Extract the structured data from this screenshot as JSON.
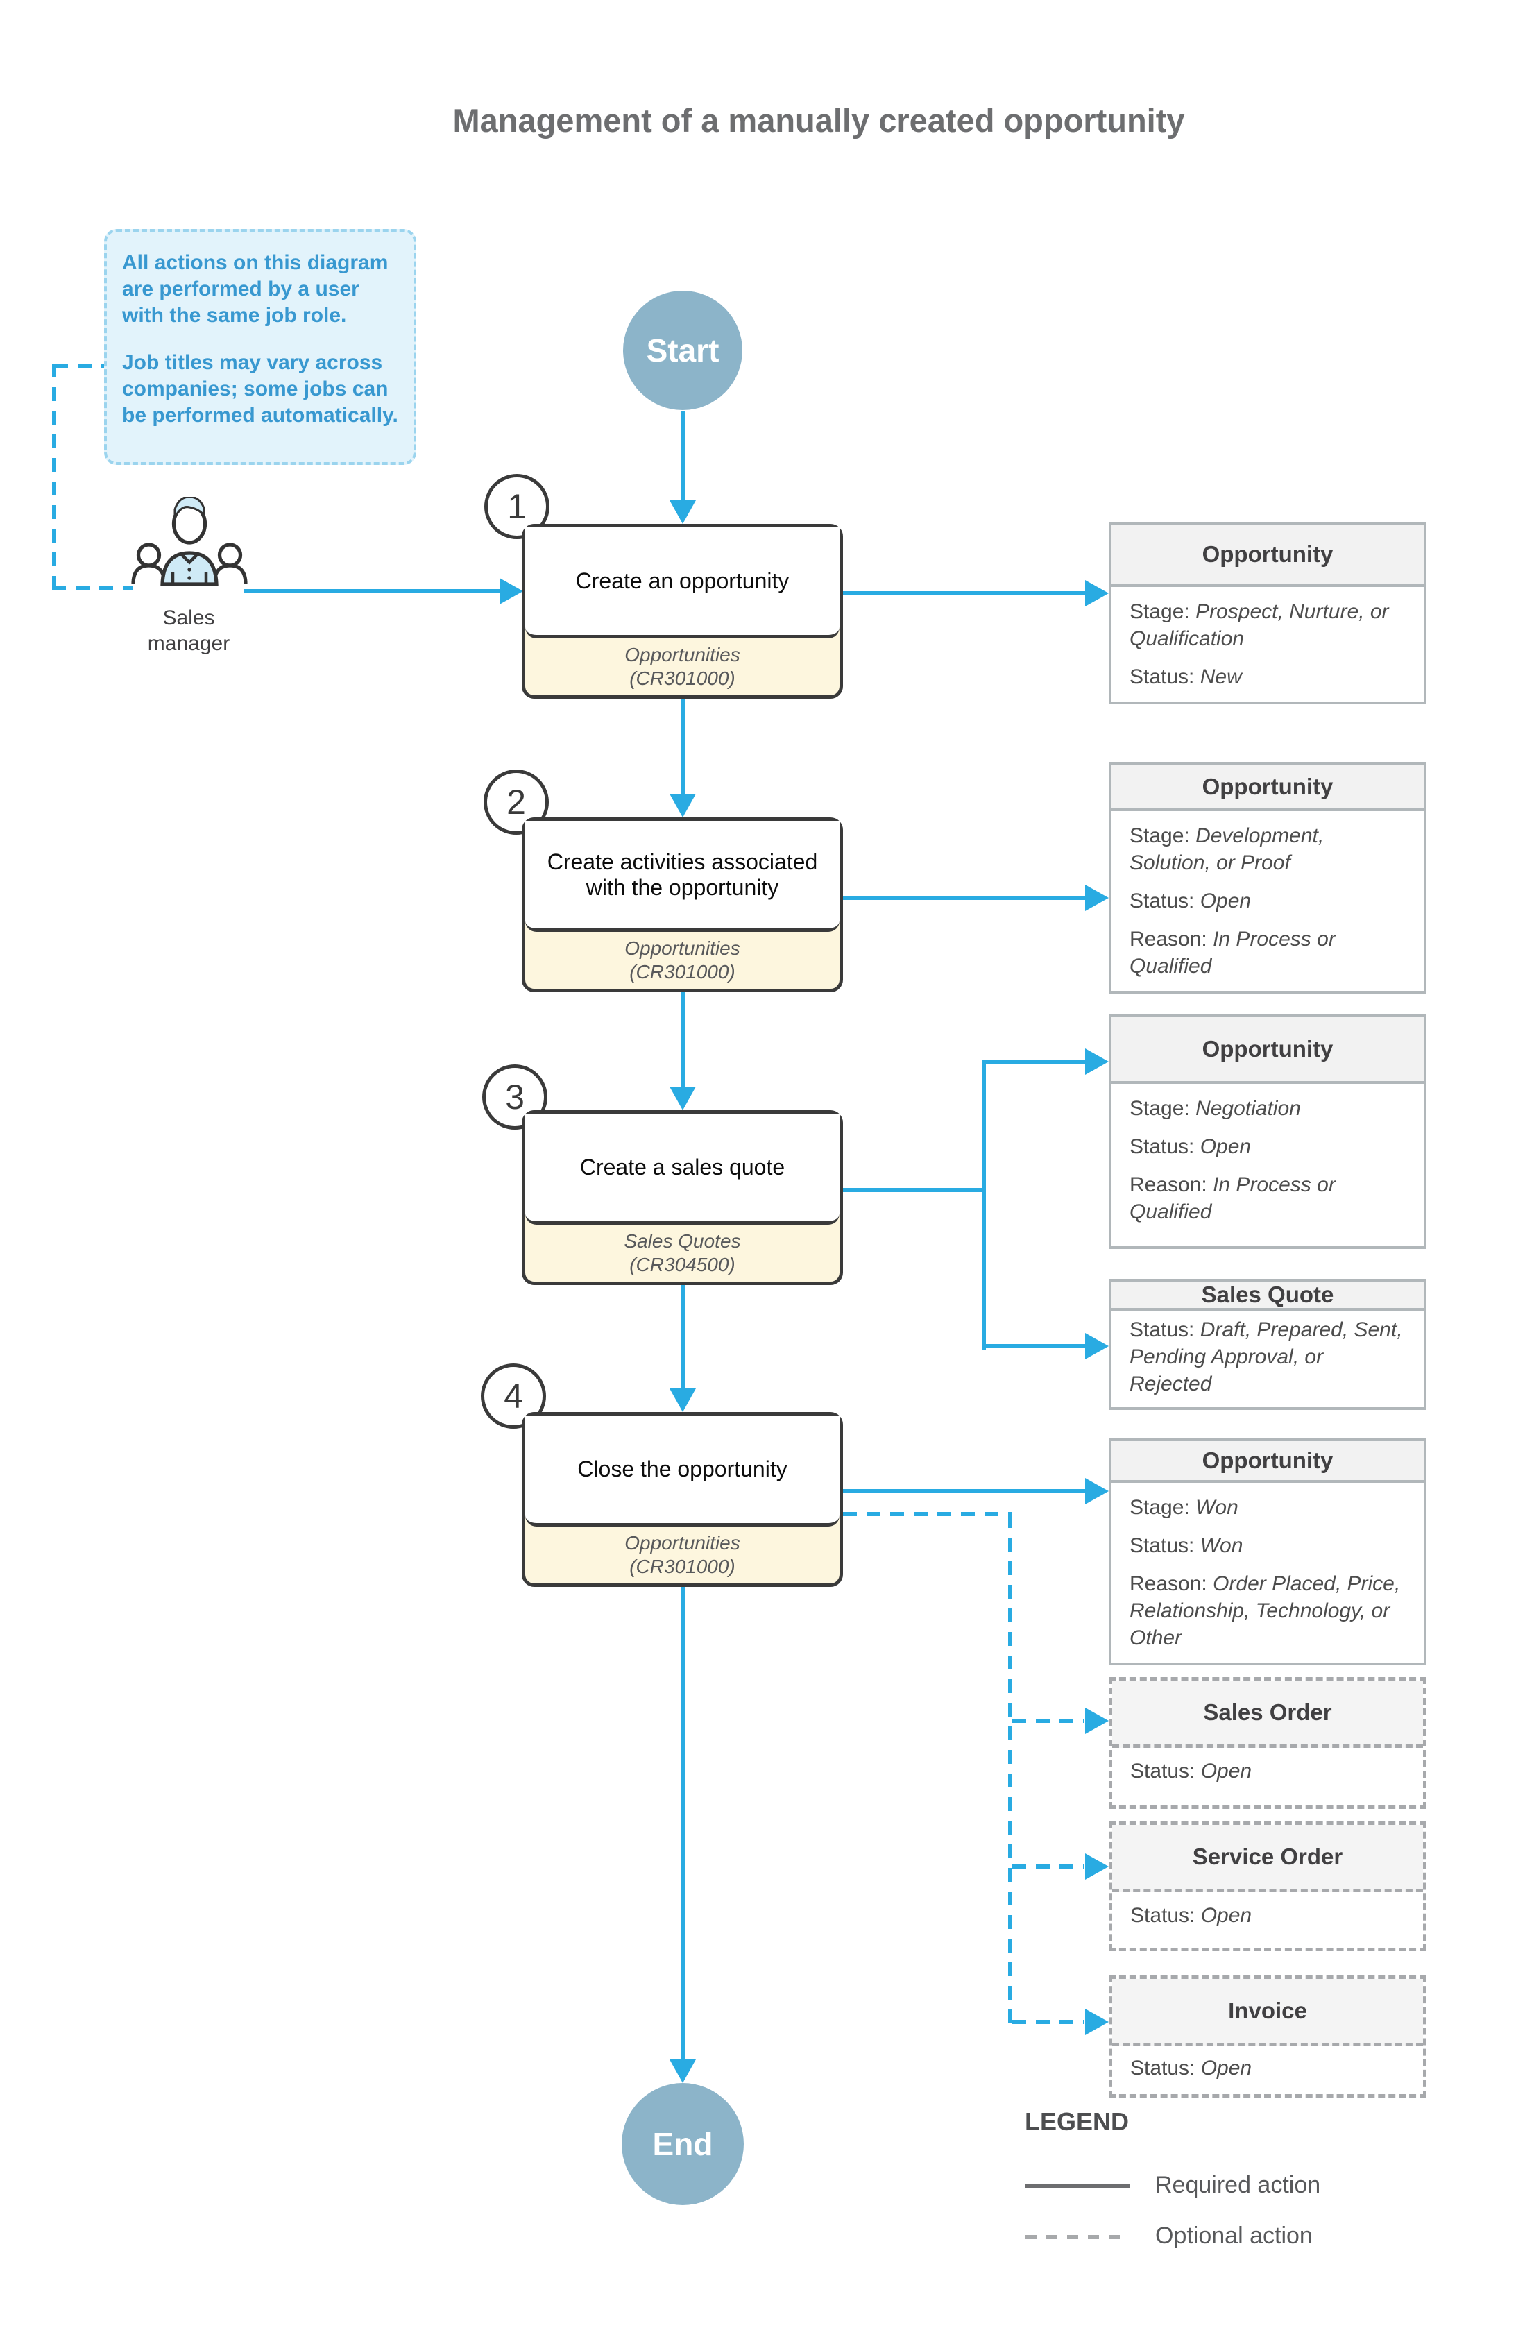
{
  "title": "Management of a manually created opportunity",
  "note": {
    "p1": "All actions on this diagram are performed by a user with the same job role.",
    "p2": "Job titles may vary across companies; some jobs can be performed automatically."
  },
  "actor": {
    "label": "Sales manager"
  },
  "terminals": {
    "start": "Start",
    "end": "End"
  },
  "steps": [
    {
      "number": "1",
      "action": "Create an opportunity",
      "screen": "Opportunities",
      "screen_id": "(CR301000)"
    },
    {
      "number": "2",
      "action": "Create activities associated with the opportunity",
      "screen": "Opportunities",
      "screen_id": "(CR301000)"
    },
    {
      "number": "3",
      "action": "Create a sales quote",
      "screen": "Sales Quotes",
      "screen_id": "(CR304500)"
    },
    {
      "number": "4",
      "action": "Close the opportunity",
      "screen": "Opportunities",
      "screen_id": "(CR301000)"
    }
  ],
  "entities": [
    {
      "title": "Opportunity",
      "lines": [
        {
          "label": "Stage: ",
          "value": "Prospect, Nurture, or Qualification"
        },
        {
          "label": "Status: ",
          "value": "New"
        }
      ]
    },
    {
      "title": "Opportunity",
      "lines": [
        {
          "label": "Stage: ",
          "value": "Development, Solution, or Proof"
        },
        {
          "label": "Status: ",
          "value": "Open"
        },
        {
          "label": "Reason: ",
          "value": "In Process or Qualified"
        }
      ]
    },
    {
      "title": "Opportunity",
      "lines": [
        {
          "label": "Stage: ",
          "value": "Negotiation"
        },
        {
          "label": "Status: ",
          "value": "Open"
        },
        {
          "label": "Reason: ",
          "value": "In Process or Qualified"
        }
      ]
    },
    {
      "title": "Sales Quote",
      "lines": [
        {
          "label": "Status: ",
          "value": "Draft, Prepared, Sent, Pending Approval, or Rejected"
        }
      ]
    },
    {
      "title": "Opportunity",
      "lines": [
        {
          "label": "Stage: ",
          "value": "Won"
        },
        {
          "label": "Status: ",
          "value": "Won"
        },
        {
          "label": "Reason: ",
          "value": "Order Placed, Price, Relationship, Technology, or Other"
        }
      ]
    },
    {
      "title": "Sales Order",
      "lines": [
        {
          "label": "Status: ",
          "value": "Open"
        }
      ]
    },
    {
      "title": "Service Order",
      "lines": [
        {
          "label": "Status: ",
          "value": "Open"
        }
      ]
    },
    {
      "title": "Invoice",
      "lines": [
        {
          "label": "Status: ",
          "value": "Open"
        }
      ]
    }
  ],
  "legend": {
    "title": "LEGEND",
    "required_label": "Required action",
    "optional_label": "Optional action"
  },
  "colors": {
    "arrow_blue": "#29abe2",
    "note_text": "#3898d0",
    "terminal_fill": "#8cb4c9",
    "screen_strip": "#fdf6de",
    "gray_text": "#58595b"
  }
}
